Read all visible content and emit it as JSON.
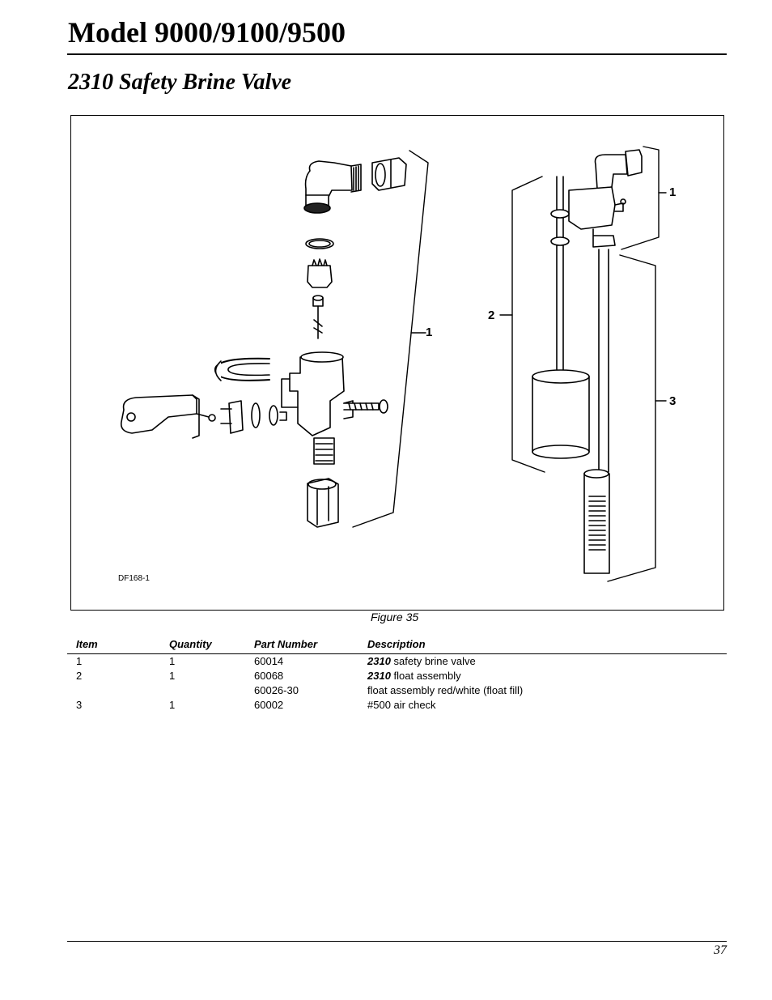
{
  "header": {
    "model_title": "Model 9000/9100/9500",
    "section_title": "2310 Safety Brine Valve"
  },
  "figure": {
    "drawing_code": "DF168-1",
    "callouts": [
      "1",
      "1",
      "2",
      "3"
    ],
    "caption": "Figure 35"
  },
  "table": {
    "headers": [
      "Item",
      "Quantity",
      "Part Number",
      "Description"
    ],
    "rows": [
      {
        "item": "1",
        "quantity": "1",
        "part_number": "60014",
        "desc_prefix": "2310",
        "desc_text": " safety brine valve"
      },
      {
        "item": "2",
        "quantity": "1",
        "part_number": "60068",
        "desc_prefix": "2310",
        "desc_text": " float assembly"
      },
      {
        "item": "",
        "quantity": "",
        "part_number": "60026-30",
        "desc_prefix": "",
        "desc_text": "float assembly red/white (float fill)"
      },
      {
        "item": "3",
        "quantity": "1",
        "part_number": "60002",
        "desc_prefix": "",
        "desc_text": "#500 air check"
      }
    ]
  },
  "footer": {
    "page_number": "37"
  }
}
